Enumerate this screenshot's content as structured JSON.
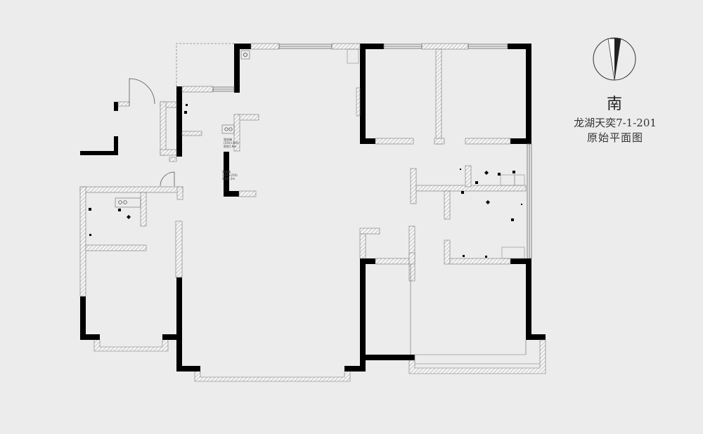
{
  "compass": {
    "direction_label": "南",
    "icon": "north-arrow-compass"
  },
  "title": {
    "project": "龙湖天奕7-1-201",
    "subtitle": "原始平面图"
  },
  "annotations": {
    "meter_upper_1": "强电箱",
    "meter_upper_2": "(250×350)",
    "meter_upper_3": "距地1.8m",
    "meter_lower_1": "弱电箱",
    "meter_lower_2": "(350×250)",
    "meter_lower_3": "距地0.3m"
  },
  "colors": {
    "background": "#ececec",
    "wall_solid": "#000000",
    "wall_partition": "#888888",
    "line": "#555555"
  }
}
